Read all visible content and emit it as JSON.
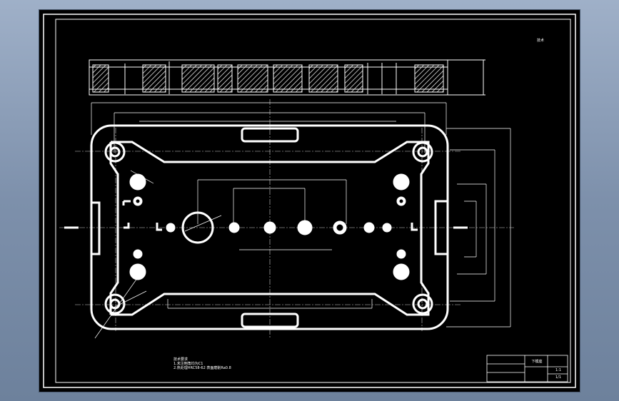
{
  "viewer": {
    "background": "#000000",
    "line_color": "#ffffff",
    "centerline_color": "#cfcfcf"
  },
  "drawing": {
    "sheet_note": "技术",
    "notes": {
      "line1": "技术要求",
      "line2": "1.未注倒角均为C1",
      "line3": "2.热处理HRC58-62  表面磨削Ra0.8"
    },
    "title_block": {
      "drawing_name": "下模座",
      "scale": "1:1",
      "sheet": "1/1"
    }
  }
}
